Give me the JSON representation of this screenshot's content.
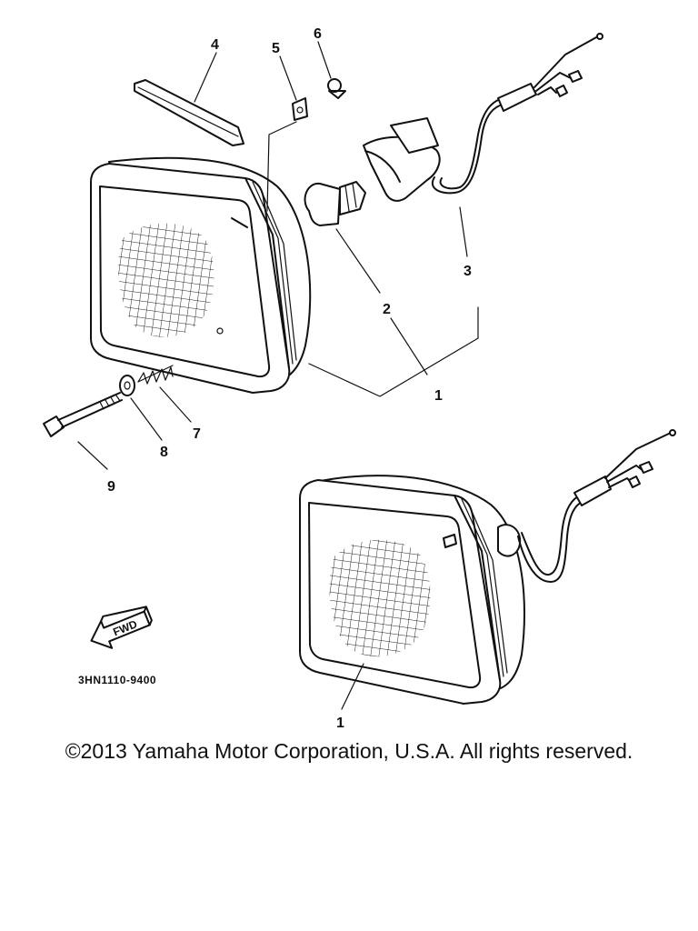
{
  "diagram": {
    "callouts": {
      "c1_top": "1",
      "c2": "2",
      "c3": "3",
      "c4": "4",
      "c5": "5",
      "c6": "6",
      "c7": "7",
      "c8": "8",
      "c9": "9",
      "c1_bottom": "1"
    },
    "fwd_label": "FWD",
    "part_code": "3HN1110-9400"
  },
  "footer": {
    "copyright": "©2013 Yamaha Motor Corporation, U.S.A. All rights reserved."
  }
}
